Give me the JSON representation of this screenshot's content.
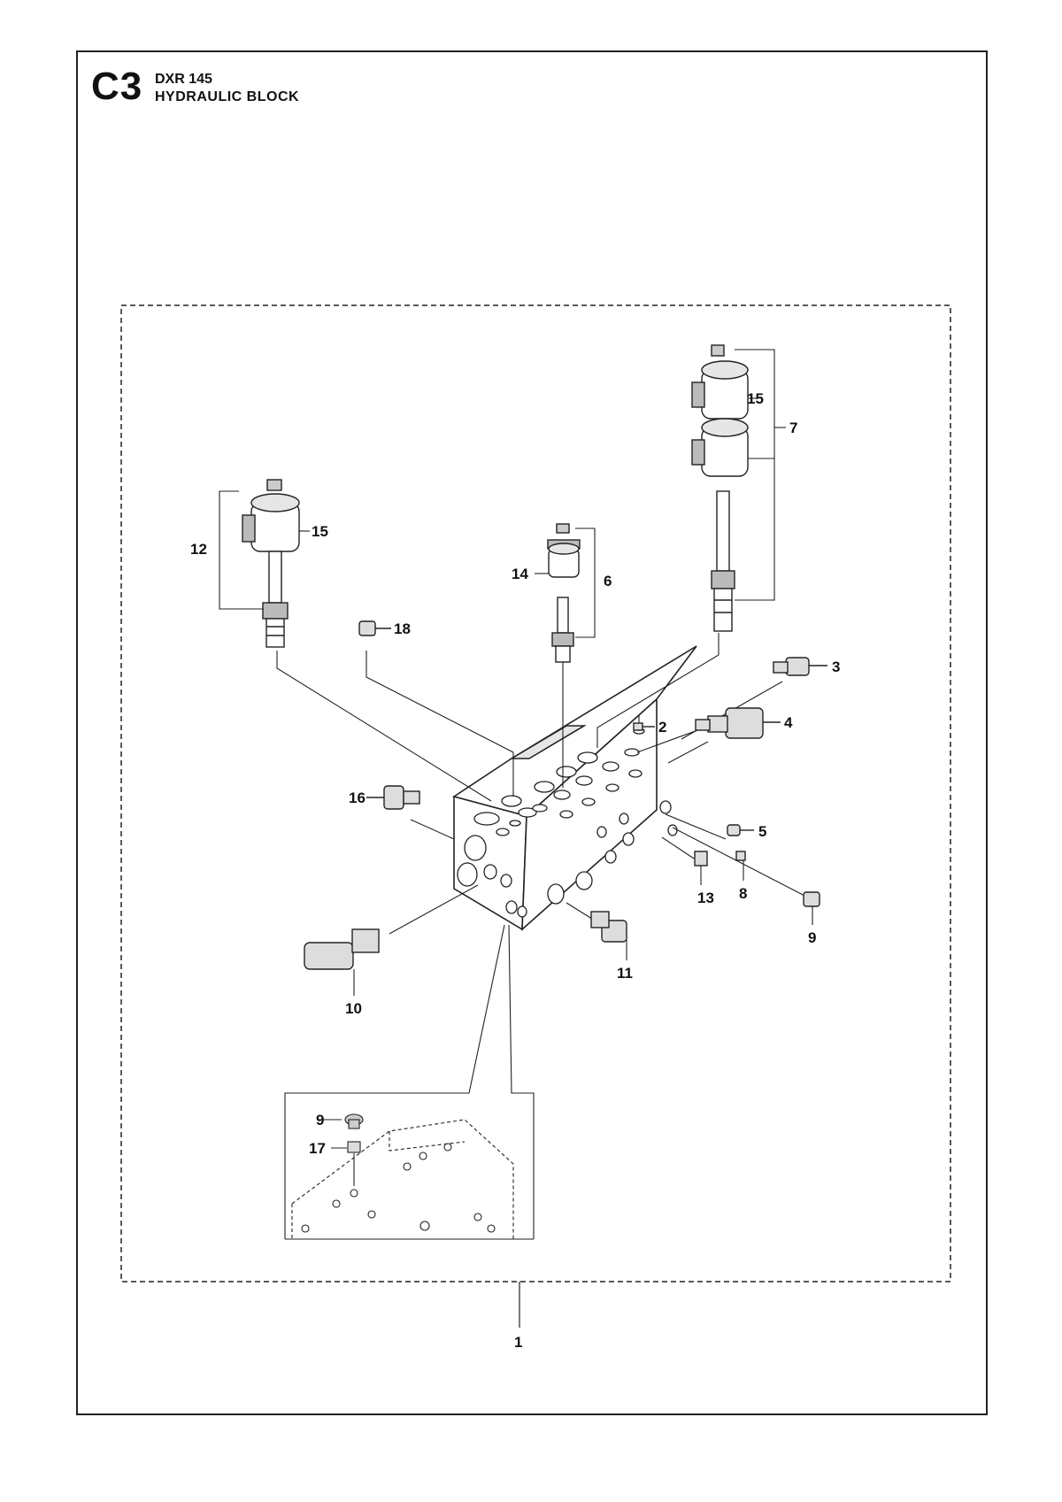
{
  "header": {
    "section": "C3",
    "model": "DXR 145",
    "title": "HYDRAULIC BLOCK"
  },
  "callouts": {
    "c1": "1",
    "c2": "2",
    "c3": "3",
    "c4": "4",
    "c5": "5",
    "c6": "6",
    "c7": "7",
    "c8": "8",
    "c9": "9",
    "c10": "10",
    "c11": "11",
    "c12": "12",
    "c13": "13",
    "c14": "14",
    "c15a": "15",
    "c15b": "15",
    "c16": "16",
    "c17": "17",
    "c18": "18",
    "inset9": "9"
  },
  "colors": {
    "line": "#222222",
    "part": "#c8c8c8",
    "part_dark": "#8a8a8a"
  }
}
